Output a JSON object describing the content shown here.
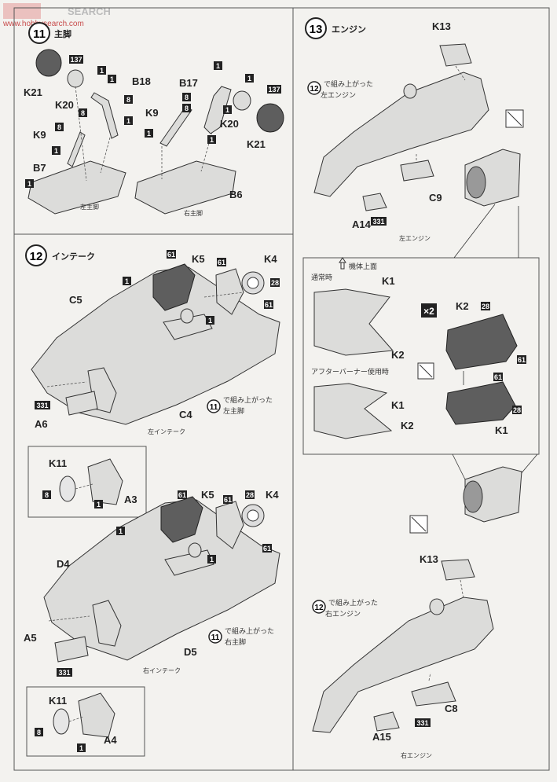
{
  "watermark": {
    "logo": "SEARCH",
    "url": "www.hobbysearch.com"
  },
  "steps": {
    "s11": {
      "number": "11",
      "title": "主脚",
      "left_caption": "左主脚",
      "right_caption": "右主脚",
      "labels": {
        "K21": "K21",
        "K20": "K20",
        "B18": "B18",
        "K9": "K9",
        "B7": "B7",
        "B17": "B17",
        "B6": "B6"
      },
      "badges": {
        "b137": "137",
        "b1": "1",
        "b8": "8"
      }
    },
    "s12": {
      "number": "12",
      "title": "インテーク",
      "labels": {
        "C5": "C5",
        "C4": "C4",
        "K5": "K5",
        "K4": "K4",
        "A6": "A6",
        "K11": "K11",
        "A3": "A3",
        "D4": "D4",
        "D5": "D5",
        "A5": "A5",
        "A4": "A4"
      },
      "badges": {
        "b61": "61",
        "b28": "28",
        "b1": "1",
        "b8": "8",
        "b331": "331"
      },
      "ref_num": "11",
      "ref_left": "で組み上がった",
      "ref_left2": "左主脚",
      "ref_right": "で組み上がった",
      "ref_right2": "右主脚",
      "left_caption": "左インテーク",
      "right_caption": "右インテーク"
    },
    "s13": {
      "number": "13",
      "title": "エンジン",
      "labels": {
        "K13": "K13",
        "C9": "C9",
        "A14": "A14",
        "K1": "K1",
        "K2": "K2",
        "C8": "C8",
        "A15": "A15"
      },
      "badges": {
        "b331": "331",
        "b28": "28",
        "b61": "61",
        "x2": "×2"
      },
      "ref_num": "12",
      "ref_left": "で組み上がった",
      "ref_left2": "左エンジン",
      "ref_right": "で組み上がった",
      "ref_right2": "右エンジン",
      "left_caption": "左エンジン",
      "right_caption": "右エンジン",
      "inset": {
        "top_label": "機体上面",
        "normal": "通常時",
        "afterburner": "アフターバーナー使用時"
      }
    }
  }
}
